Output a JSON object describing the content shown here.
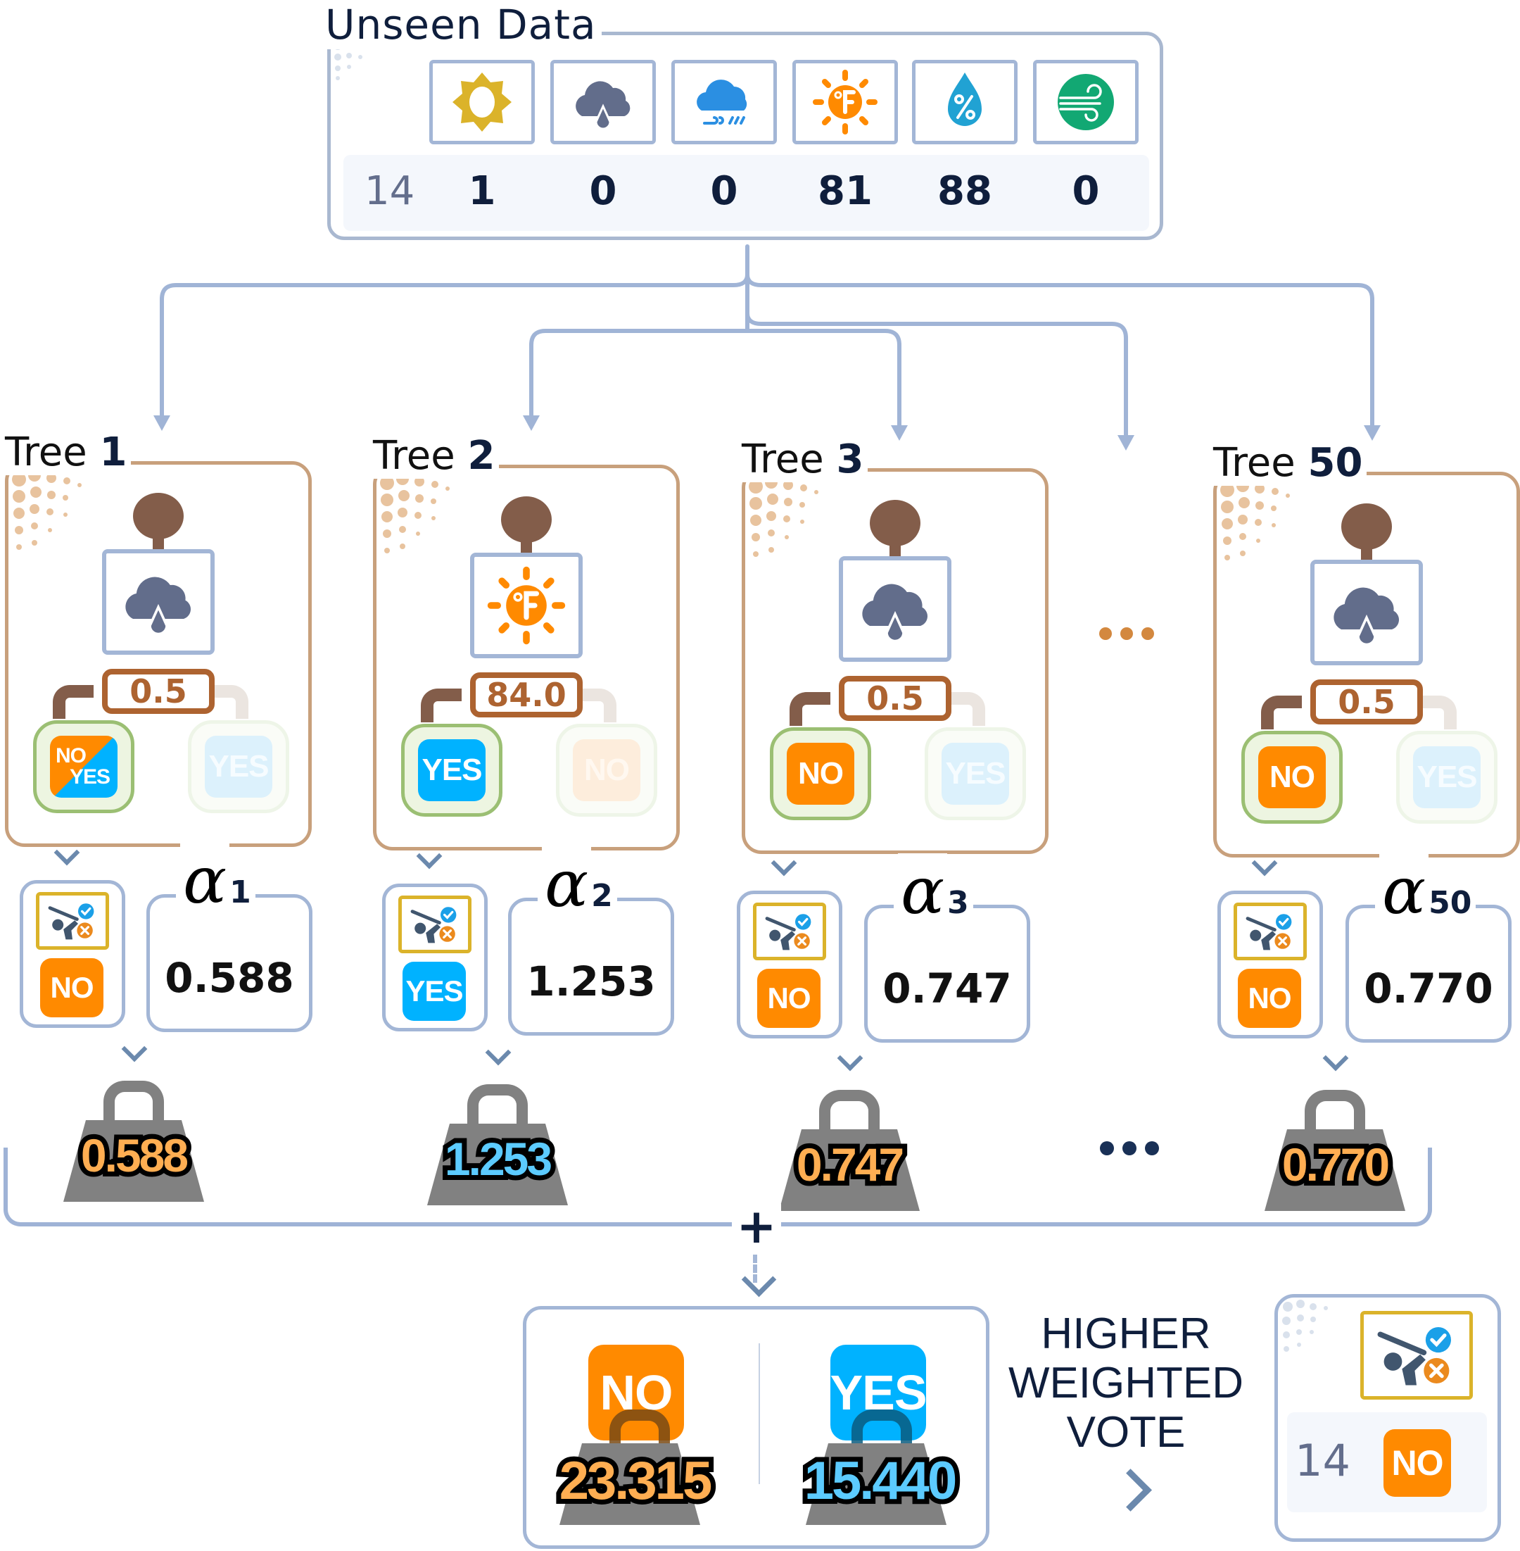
{
  "unseen": {
    "title": "Unseen Data",
    "row_id": "14",
    "features": [
      {
        "icon": "sun-icon",
        "value": "1"
      },
      {
        "icon": "cloud-rain-icon",
        "value": "0"
      },
      {
        "icon": "cloud-wind-rain-icon",
        "value": "0"
      },
      {
        "icon": "temperature-fahrenheit-icon",
        "value": "81"
      },
      {
        "icon": "humidity-percent-icon",
        "value": "88"
      },
      {
        "icon": "wind-icon",
        "value": "0"
      }
    ]
  },
  "trees": [
    {
      "label": "Tree",
      "num": "1",
      "split_feature": "cloud-rain-icon",
      "threshold": "0.5",
      "left_leaf": "NO/YES",
      "left_leaf_split": {
        "top": "NO",
        "bottom": "YES"
      },
      "right_leaf": "YES",
      "prediction": "NO",
      "alpha_symbol": "α",
      "alpha_sub": "1",
      "alpha": "0.588",
      "weight": "0.588"
    },
    {
      "label": "Tree",
      "num": "2",
      "split_feature": "temperature-fahrenheit-icon",
      "threshold": "84.0",
      "left_leaf": "YES",
      "right_leaf": "NO",
      "prediction": "YES",
      "alpha_symbol": "α",
      "alpha_sub": "2",
      "alpha": "1.253",
      "weight": "1.253"
    },
    {
      "label": "Tree",
      "num": "3",
      "split_feature": "cloud-rain-icon",
      "threshold": "0.5",
      "left_leaf": "NO",
      "right_leaf": "YES",
      "prediction": "NO",
      "alpha_symbol": "α",
      "alpha_sub": "3",
      "alpha": "0.747",
      "weight": "0.747"
    },
    {
      "label": "Tree",
      "num": "50",
      "split_feature": "cloud-rain-icon",
      "threshold": "0.5",
      "left_leaf": "NO",
      "right_leaf": "YES",
      "prediction": "NO",
      "alpha_symbol": "α",
      "alpha_sub": "50",
      "alpha": "0.770",
      "weight": "0.770"
    }
  ],
  "ellipsis": "...",
  "sum_symbol": "+",
  "totals": {
    "no_label": "NO",
    "no_total": "23.315",
    "yes_label": "YES",
    "yes_total": "15.440"
  },
  "decision": {
    "lines": [
      "HIGHER",
      "WEIGHTED",
      "VOTE"
    ],
    "row_id": "14",
    "result": "NO"
  },
  "colors": {
    "no": "#ff8a00",
    "yes": "#00b2ff",
    "tree_border": "#c8a07c",
    "box_border": "#a3b6d6",
    "threshold": "#ad6330",
    "text_dark": "#0f1e3c"
  }
}
